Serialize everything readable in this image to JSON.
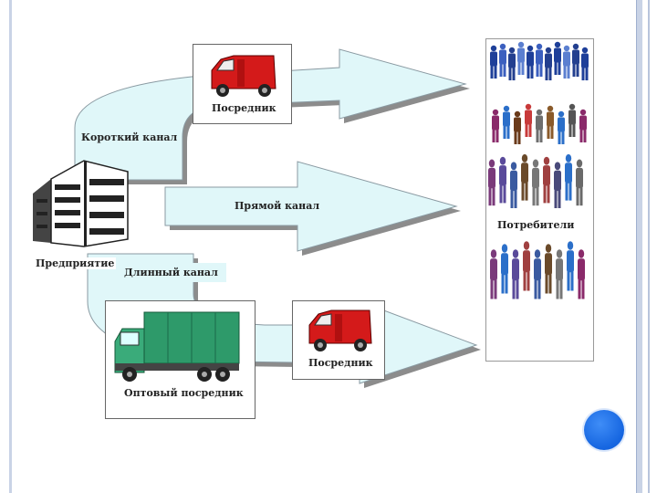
{
  "diagram": {
    "labels": {
      "intermediary_top": "Посредник",
      "short_channel": "Короткий канал",
      "direct_channel": "Прямой канал",
      "consumers": "Потребители",
      "enterprise": "Предприятие",
      "long_channel": "Длинный канал",
      "intermediary_bottom": "Посредник",
      "wholesale_intermediary": "Оптовый посредник"
    },
    "colors": {
      "arrow_fill": "#e0f7f9",
      "arrow_stroke": "#8a9aa2",
      "arrow_shadow": "#8c8c8c",
      "van": "#d41a1a",
      "truck": "#2e9a6a",
      "accent_dot": "#1565e0"
    }
  }
}
